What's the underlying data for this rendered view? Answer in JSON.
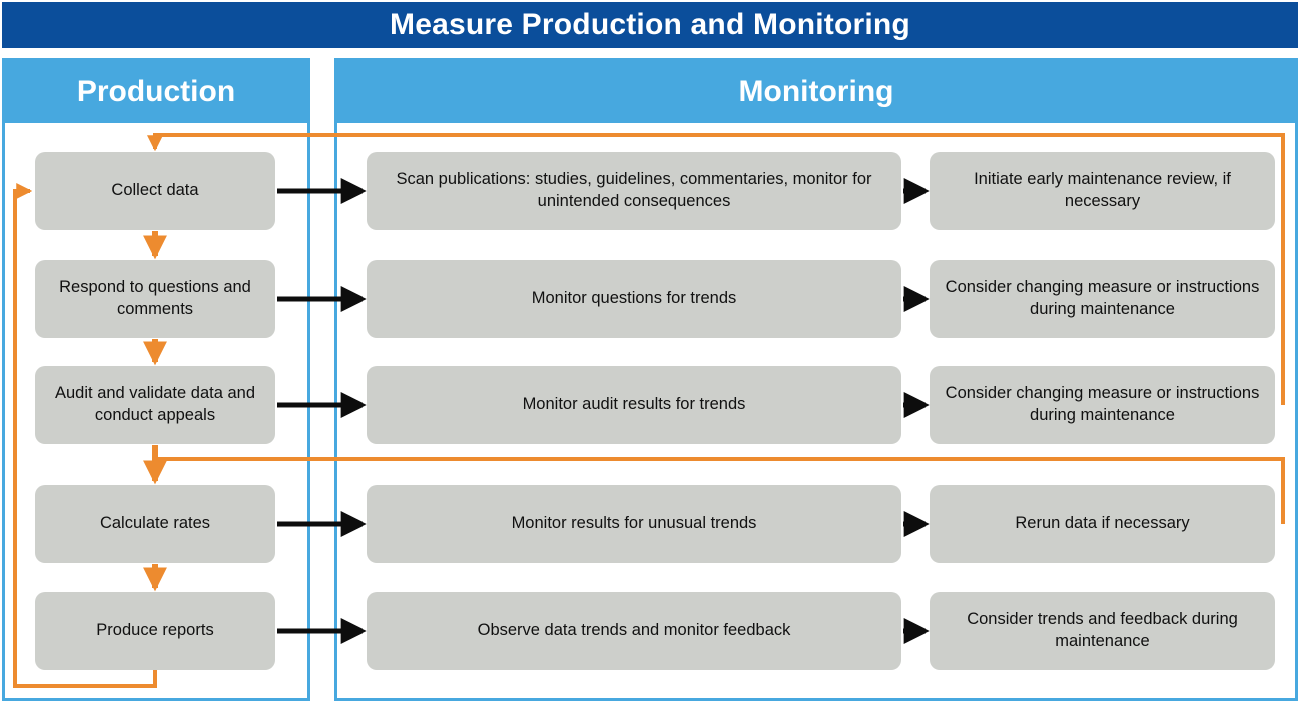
{
  "header": {
    "title": "Measure Production and Monitoring",
    "title_bg": "#0B4E9B",
    "title_color": "#ffffff"
  },
  "panels": {
    "production": {
      "heading": "Production",
      "heading_bg": "#47A8DF",
      "border_color": "#47A8DF"
    },
    "monitoring": {
      "heading": "Monitoring",
      "heading_bg": "#47A8DF",
      "border_color": "#47A8DF"
    }
  },
  "colors": {
    "box_fill": "#CDCFCB",
    "box_text": "#111111",
    "flow_arrow": "#ED8B2F",
    "link_arrow": "#0D0D0D",
    "dark_blue": "#0B4E9B",
    "light_blue": "#47A8DF"
  },
  "rows": [
    {
      "production": "Collect data",
      "monitoring": "Scan publications: studies, guidelines, commentaries, monitor for unintended consequences",
      "action": "Initiate early maintenance review, if necessary"
    },
    {
      "production": "Respond to questions and comments",
      "monitoring": "Monitor questions for trends",
      "action": "Consider changing measure or instructions during maintenance"
    },
    {
      "production": "Audit and validate data and conduct appeals",
      "monitoring": "Monitor audit results for trends",
      "action": "Consider changing measure or instructions during maintenance"
    },
    {
      "production": "Calculate rates",
      "monitoring": "Monitor results for unusual trends",
      "action": "Rerun data if necessary"
    },
    {
      "production": "Produce reports",
      "monitoring": "Observe data trends and monitor feedback",
      "action": "Consider trends and feedback during maintenance"
    }
  ]
}
